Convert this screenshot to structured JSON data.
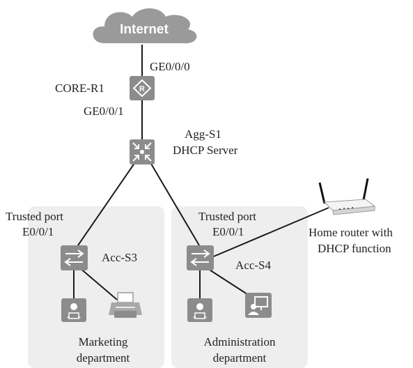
{
  "colors": {
    "device_fill": "#8c8c8c",
    "device_dark": "#7a7a7a",
    "zone_fill": "#eeeeee",
    "cloud_fill": "#9a9a9a",
    "link": "#1a1a1a",
    "text": "#222222"
  },
  "cloud": {
    "label": "Internet",
    "icon": "cloud-icon"
  },
  "core_router": {
    "name": "CORE-R1",
    "icon": "router-icon",
    "port_up": "GE0/0/0",
    "port_down": "GE0/0/1"
  },
  "agg_switch": {
    "name": "Agg-S1",
    "role": "DHCP Server",
    "icon": "aggregation-switch-icon"
  },
  "access_left": {
    "name": "Acc-S3",
    "icon": "access-switch-icon",
    "trusted_label": "Trusted port",
    "trusted_port": "E0/0/1"
  },
  "access_right": {
    "name": "Acc-S4",
    "icon": "access-switch-icon",
    "trusted_label": "Trusted port",
    "trusted_port": "E0/0/1"
  },
  "home_router": {
    "label_line1": "Home router with",
    "label_line2": "DHCP function",
    "icon": "wifi-router-icon"
  },
  "zones": [
    {
      "line1": "Marketing",
      "line2": "department"
    },
    {
      "line1": "Administration",
      "line2": "department"
    }
  ],
  "endpoints": [
    {
      "icon": "user-pc-icon"
    },
    {
      "icon": "printer-icon"
    },
    {
      "icon": "user-pc-icon"
    },
    {
      "icon": "admin-pc-icon"
    }
  ]
}
